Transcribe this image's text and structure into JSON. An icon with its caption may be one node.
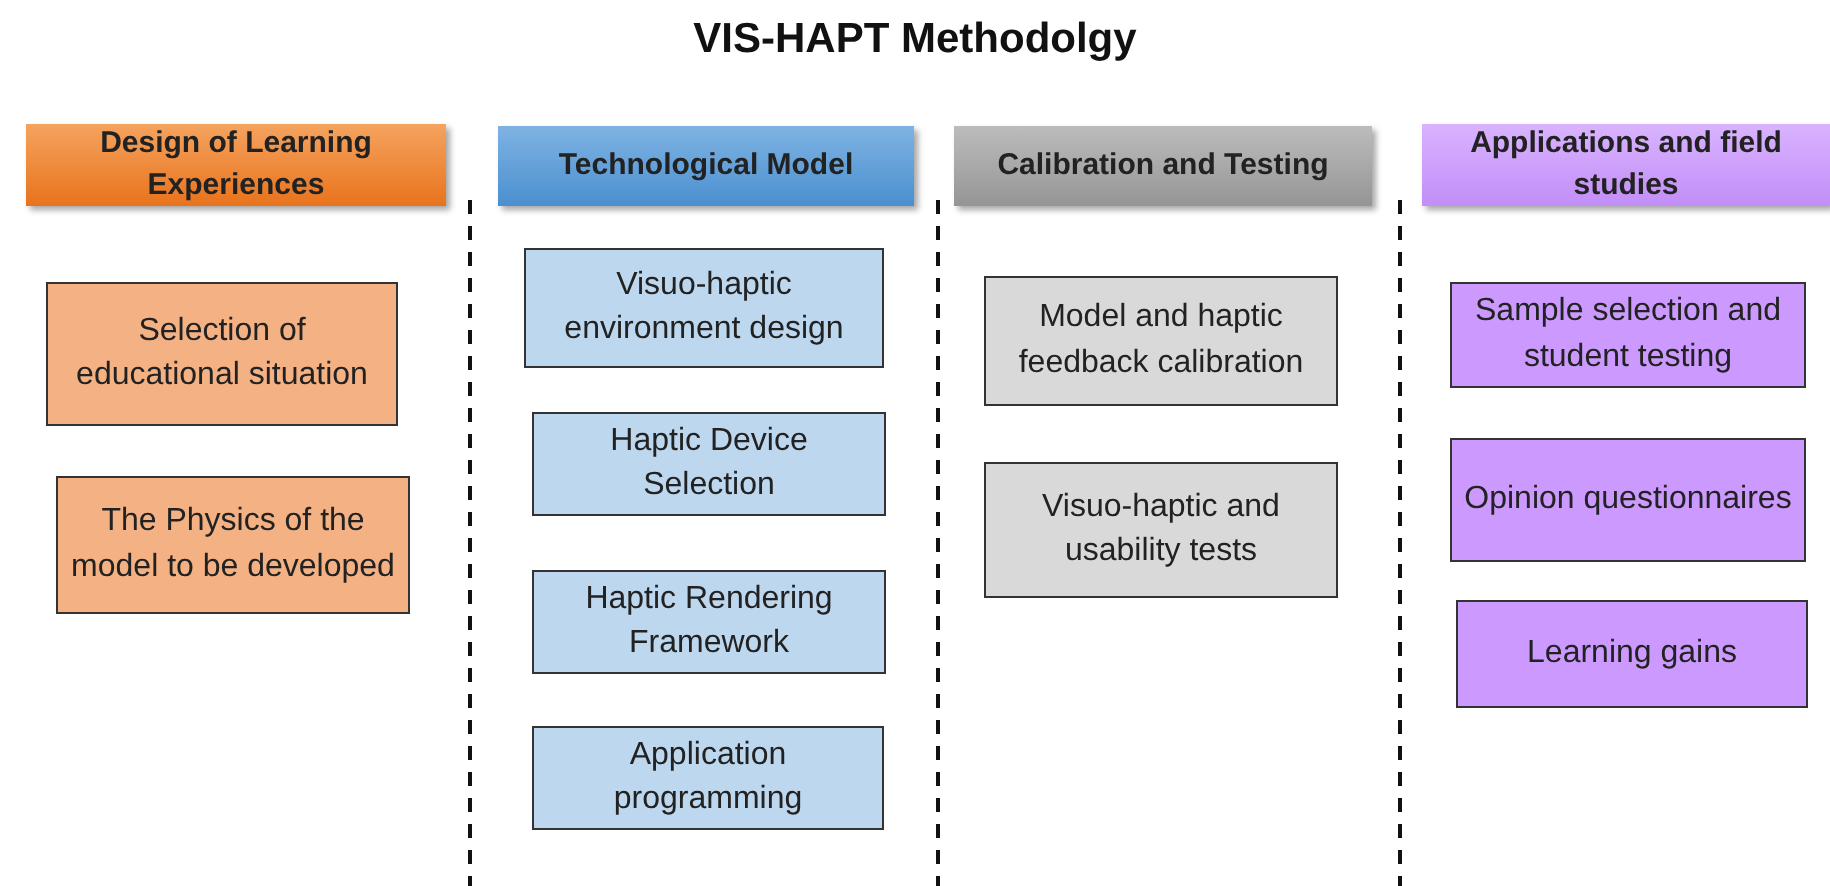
{
  "diagram": {
    "title": "VIS-HAPT Methodolgy",
    "nodes": [
      {
        "text": [
          "Design of Learning Experiences"
        ]
      },
      {
        "text": [
          "Technological Model"
        ]
      },
      {
        "text": [
          "Calibration and Testing"
        ]
      },
      {
        "text": [
          "Applications and field studies"
        ]
      },
      {
        "text": [
          "Selection of educational situation"
        ]
      },
      {
        "text": [
          "The Physics of the model to be developed"
        ]
      },
      {
        "text": [
          "Visuo-haptic environment design"
        ]
      },
      {
        "text": [
          "Haptic Device Selection"
        ]
      },
      {
        "text": [
          "Haptic Rendering Framework"
        ]
      },
      {
        "text": [
          "Application programming"
        ]
      },
      {
        "text": [
          "Model and haptic feedback calibration"
        ]
      },
      {
        "text": [
          "Visuo-haptic and usability tests"
        ]
      },
      {
        "text": [
          "Sample selection and student testing"
        ]
      },
      {
        "text": [
          "Opinion questionnaires"
        ]
      },
      {
        "text": [
          "Learning gains"
        ]
      }
    ],
    "edges": []
  }
}
